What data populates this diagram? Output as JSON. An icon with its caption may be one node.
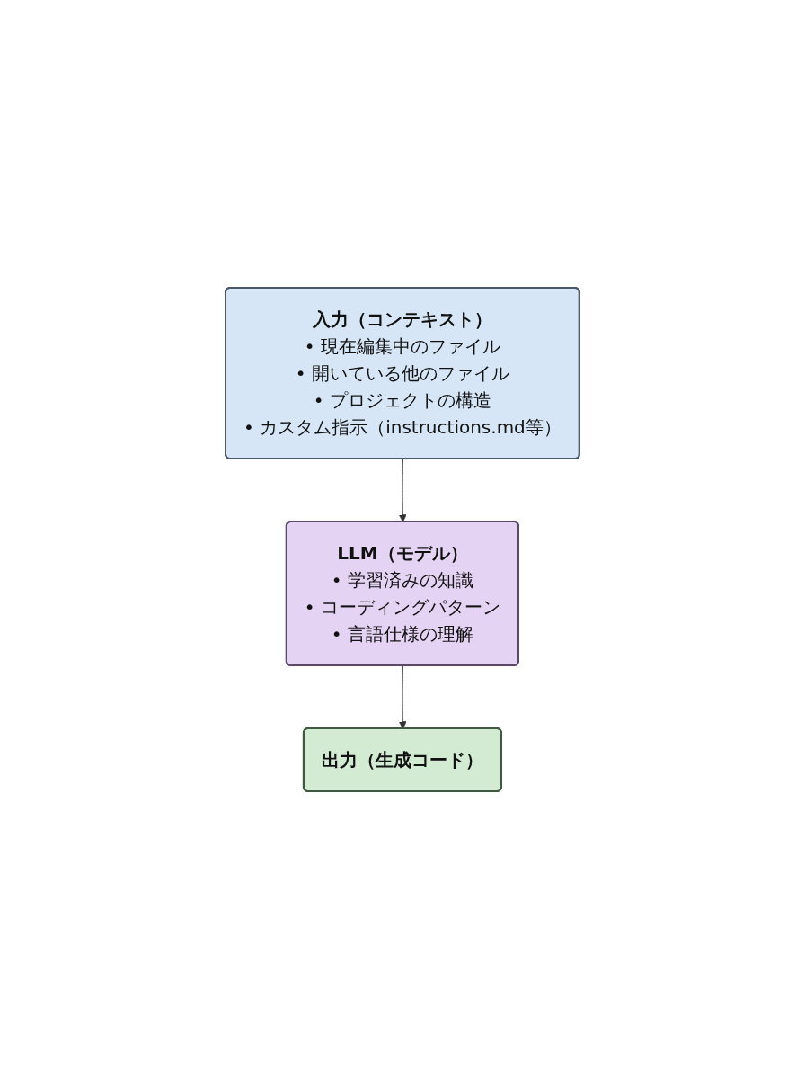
{
  "diagram": {
    "nodes": [
      {
        "text": [
          "入力（コンテキスト）",
          "• 現在編集中のファイル",
          "• 開いている他のファイル",
          "• プロジェクトの構造",
          "• カスタム指示（instructions.md等）"
        ]
      },
      {
        "text": [
          "LLM（モデル）",
          "• 学習済みの知識",
          "• コーディングパターン",
          "• 言語仕様の理解"
        ]
      },
      {
        "text": [
          "出力（生成コード）"
        ]
      }
    ],
    "edges": [
      {
        "from": 0,
        "to": 1,
        "arrow": "to"
      },
      {
        "from": 1,
        "to": 2,
        "arrow": "to"
      }
    ]
  }
}
